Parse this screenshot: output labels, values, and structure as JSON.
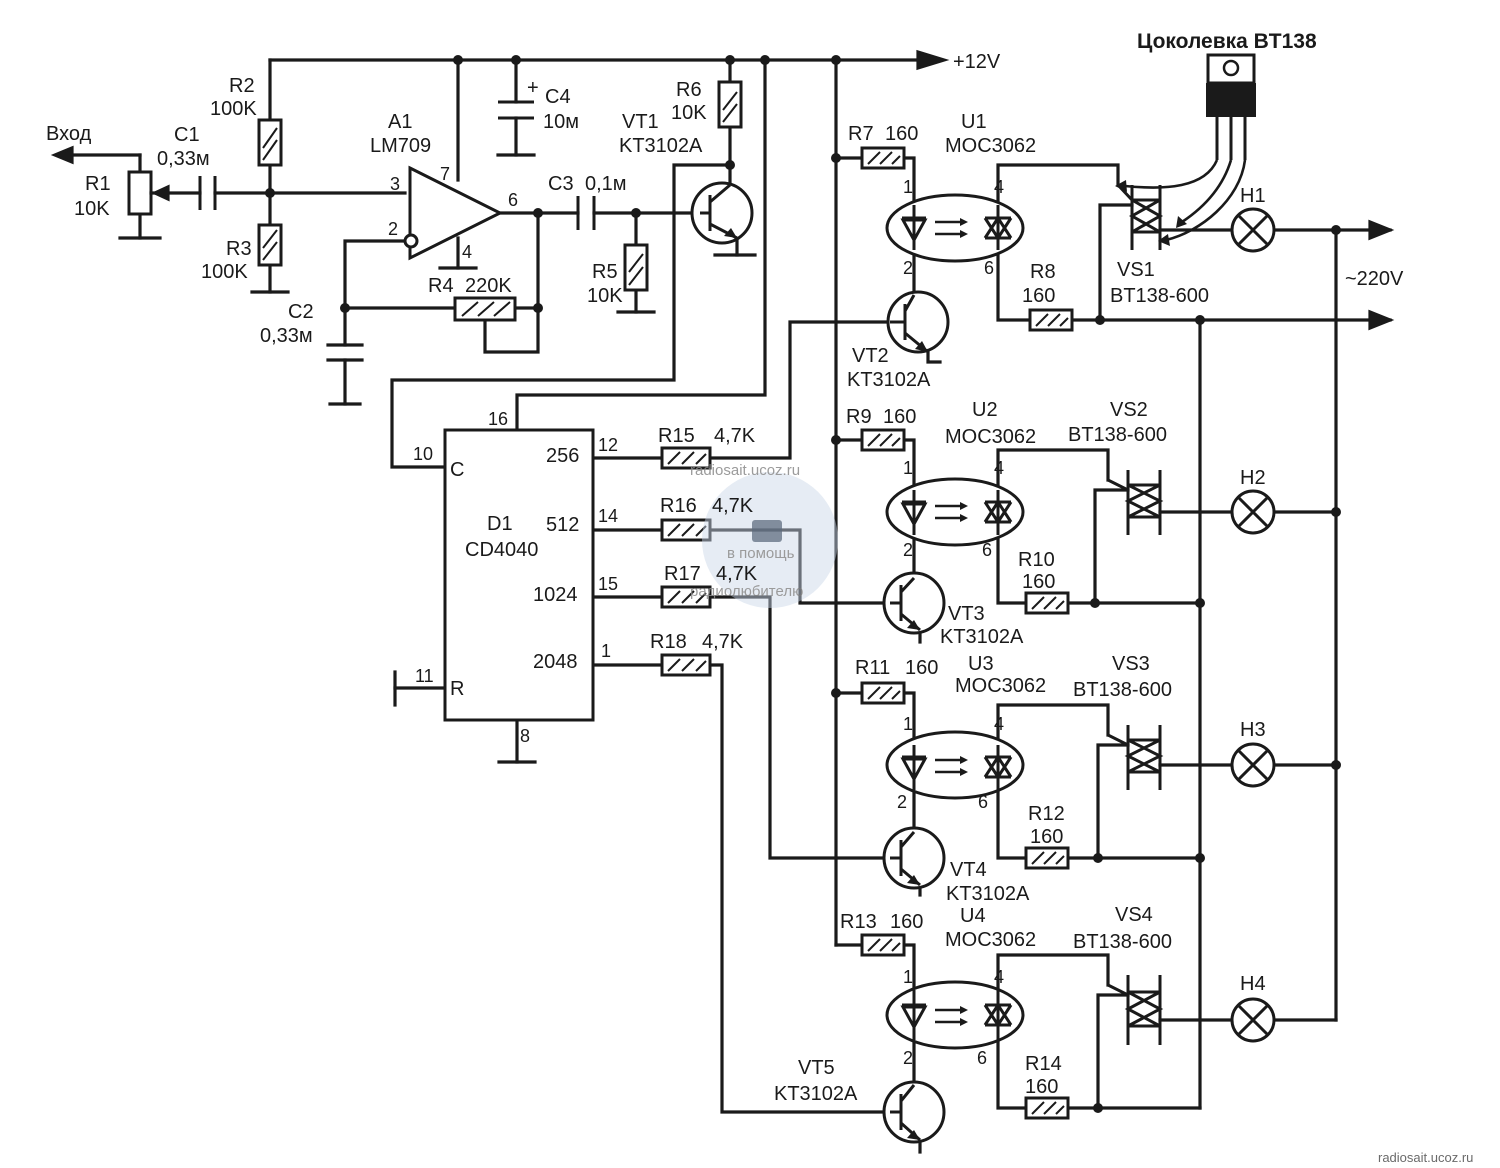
{
  "pinout": {
    "title": "Цоколевка BT138"
  },
  "labels": {
    "input": "Вход",
    "supply": "+12V",
    "mains": "~220V"
  },
  "components": {
    "R1": {
      "ref": "R1",
      "value": "10K"
    },
    "R2": {
      "ref": "R2",
      "value": "100K"
    },
    "R3": {
      "ref": "R3",
      "value": "100K"
    },
    "R4": {
      "ref": "R4",
      "value": "220K"
    },
    "R5": {
      "ref": "R5",
      "value": "10K"
    },
    "R6": {
      "ref": "R6",
      "value": "10K"
    },
    "R7": {
      "ref": "R7",
      "value": "160"
    },
    "R8": {
      "ref": "R8",
      "value": "160"
    },
    "R9": {
      "ref": "R9",
      "value": "160"
    },
    "R10": {
      "ref": "R10",
      "value": "160"
    },
    "R11": {
      "ref": "R11",
      "value": "160"
    },
    "R12": {
      "ref": "R12",
      "value": "160"
    },
    "R13": {
      "ref": "R13",
      "value": "160"
    },
    "R14": {
      "ref": "R14",
      "value": "160"
    },
    "R15": {
      "ref": "R15",
      "value": "4,7K"
    },
    "R16": {
      "ref": "R16",
      "value": "4,7K"
    },
    "R17": {
      "ref": "R17",
      "value": "4,7K"
    },
    "R18": {
      "ref": "R18",
      "value": "4,7K"
    },
    "C1": {
      "ref": "C1",
      "value": "0,33м"
    },
    "C2": {
      "ref": "C2",
      "value": "0,33м"
    },
    "C3": {
      "ref": "C3",
      "value": "0,1м"
    },
    "C4": {
      "ref": "C4",
      "value": "10м",
      "polarity": "+"
    },
    "A1": {
      "ref": "A1",
      "part": "LM709",
      "pins": [
        "3",
        "2",
        "7",
        "4",
        "6"
      ]
    },
    "VT1": {
      "ref": "VT1",
      "part": "KT3102A"
    },
    "VT2": {
      "ref": "VT2",
      "part": "KT3102A"
    },
    "VT3": {
      "ref": "VT3",
      "part": "KT3102A"
    },
    "VT4": {
      "ref": "VT4",
      "part": "KT3102A"
    },
    "VT5": {
      "ref": "VT5",
      "part": "KT3102A"
    },
    "U1": {
      "ref": "U1",
      "part": "MOC3062"
    },
    "U2": {
      "ref": "U2",
      "part": "MOC3062"
    },
    "U3": {
      "ref": "U3",
      "part": "MOC3062"
    },
    "U4": {
      "ref": "U4",
      "part": "MOC3062"
    },
    "VS1": {
      "ref": "VS1",
      "part": "BT138-600"
    },
    "VS2": {
      "ref": "VS2",
      "part": "BT138-600"
    },
    "VS3": {
      "ref": "VS3",
      "part": "BT138-600"
    },
    "VS4": {
      "ref": "VS4",
      "part": "BT138-600"
    },
    "H1": {
      "ref": "H1"
    },
    "H2": {
      "ref": "H2"
    },
    "H3": {
      "ref": "H3"
    },
    "H4": {
      "ref": "H4"
    }
  },
  "optocoupler_pins": {
    "p1": "1",
    "p2": "2",
    "p4": "4",
    "p6": "6"
  },
  "counter": {
    "ref": "D1",
    "part": "CD4040",
    "pin_clock": "10",
    "label_clock": "C",
    "pin_reset": "11",
    "label_reset": "R",
    "pin_vdd": "16",
    "pin_vss": "8",
    "outputs": [
      {
        "label": "256",
        "pin": "12"
      },
      {
        "label": "512",
        "pin": "14"
      },
      {
        "label": "1024",
        "pin": "15"
      },
      {
        "label": "2048",
        "pin": "1"
      }
    ]
  },
  "watermark": {
    "site": "radiosait.ucoz.ru",
    "line1": "в помощь",
    "line2": "радиолюбителю",
    "footer": "radiosait.ucoz.ru"
  }
}
